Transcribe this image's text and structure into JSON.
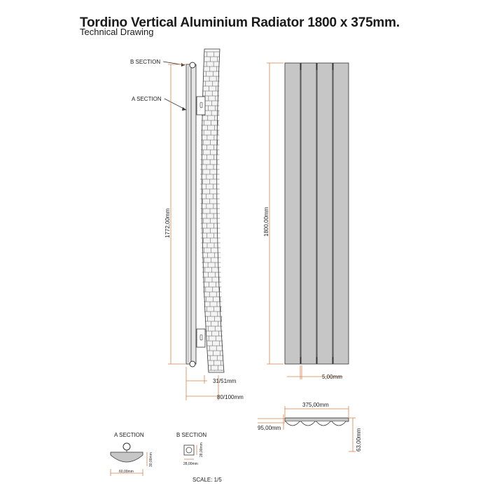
{
  "header": {
    "title": "Tordino Vertical Aluminium Radiator 1800 x 375mm.",
    "subtitle": "Technical Drawing"
  },
  "side_view": {
    "b_section_label": "B SECTION",
    "a_section_label": "A SECTION",
    "height_dim": "1772,00mm",
    "depth_dim_1": "31/51mm",
    "depth_dim_2": "80/100mm"
  },
  "front_view": {
    "height_dim": "1800,00mm",
    "gap_dim": "5,00mm"
  },
  "top_view": {
    "width_dim": "375,00mm",
    "depth_dim": "95,00mm",
    "section_depth_dim": "63,00mm"
  },
  "a_section": {
    "label": "A SECTION",
    "width_dim": "60,00mm",
    "height_dim": "30,00mm"
  },
  "b_section": {
    "label": "B SECTION",
    "width_dim": "28,00mm",
    "height_dim": "28,00mm"
  },
  "footer": {
    "scale": "SCALE: 1/5"
  },
  "colors": {
    "panel_fill": "#c6c6c6",
    "dimension_line": "#d9824a",
    "outline": "#333333"
  }
}
